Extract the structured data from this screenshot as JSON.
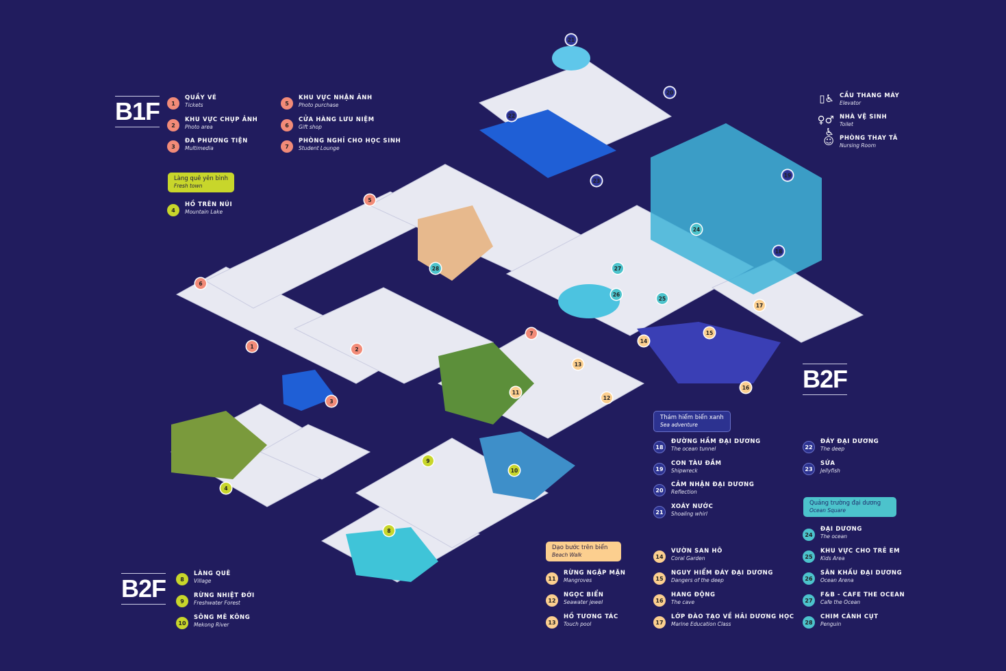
{
  "floors": {
    "b1f": "B1F",
    "b2f_left": "B2F",
    "b2f_right": "B2F"
  },
  "colors": {
    "background": "#211c5e",
    "floor": "#e8e9f2",
    "b1f_marker": "#f28b78",
    "fresh_town": "#c8d62b",
    "sea_adventure": "#2c3290",
    "beach_walk": "#fccf8f",
    "ocean_square": "#4cc3cc",
    "water": "#1f5fd6"
  },
  "b1f_items": [
    {
      "n": "1",
      "title": "QUẦY VÉ",
      "sub": "Tickets"
    },
    {
      "n": "2",
      "title": "KHU VỰC CHỤP ẢNH",
      "sub": "Photo area"
    },
    {
      "n": "3",
      "title": "ĐA PHƯƠNG TIỆN",
      "sub": "Multimedia"
    },
    {
      "n": "5",
      "title": "KHU VỰC NHẬN ẢNH",
      "sub": "Photo purchase"
    },
    {
      "n": "6",
      "title": "CỬA HÀNG LƯU NIỆM",
      "sub": "Gift shop"
    },
    {
      "n": "7",
      "title": "PHÒNG NGHỈ CHO HỌC SINH",
      "sub": "Student Lounge"
    }
  ],
  "fresh_town": {
    "title": "Làng quê yên bình",
    "sub": "Fresh town",
    "items": [
      {
        "n": "4",
        "title": "HỒ TRÊN NÚI",
        "sub": "Mountain Lake"
      },
      {
        "n": "8",
        "title": "LÀNG QUÊ",
        "sub": "Village"
      },
      {
        "n": "9",
        "title": "RỪNG NHIỆT ĐỚI",
        "sub": "Freshwater Forest"
      },
      {
        "n": "10",
        "title": "SÔNG MÊ KÔNG",
        "sub": "Mekong River"
      }
    ]
  },
  "facilities": [
    {
      "icon": "elevator-icon",
      "title": "CẦU THANG MÁY",
      "sub": "Elevator"
    },
    {
      "icon": "toilet-icon",
      "title": "NHÀ VỆ SINH",
      "sub": "Toilet"
    },
    {
      "icon": "nursing-room-icon",
      "title": "PHÒNG THAY TÃ",
      "sub": "Nursing Room"
    }
  ],
  "sea_adventure": {
    "title": "Thám hiểm biển xanh",
    "sub": "Sea adventure",
    "items": [
      {
        "n": "18",
        "title": "ĐƯỜNG HẦM ĐẠI DƯƠNG",
        "sub": "The ocean tunnel"
      },
      {
        "n": "19",
        "title": "CON TÀU ĐẮM",
        "sub": "Shipwreck"
      },
      {
        "n": "20",
        "title": "CẢM NHẬN ĐẠI DƯƠNG",
        "sub": "Reflection"
      },
      {
        "n": "21",
        "title": "XOÁY NƯỚC",
        "sub": "Shoaling whirl"
      },
      {
        "n": "22",
        "title": "ĐÁY ĐẠI DƯƠNG",
        "sub": "The deep"
      },
      {
        "n": "23",
        "title": "SỨA",
        "sub": "Jellyfish"
      }
    ]
  },
  "ocean_square": {
    "title": "Quảng trường đại dương",
    "sub": "Ocean Square",
    "items": [
      {
        "n": "24",
        "title": "ĐẠI DƯƠNG",
        "sub": "The ocean"
      },
      {
        "n": "25",
        "title": "KHU VỰC CHO TRẺ EM",
        "sub": "Kids Area"
      },
      {
        "n": "26",
        "title": "SÂN KHẤU ĐẠI DƯƠNG",
        "sub": "Ocean Arena"
      },
      {
        "n": "27",
        "title": "F&B - CAFE THE OCEAN",
        "sub": "Cafe the Ocean"
      },
      {
        "n": "28",
        "title": "CHIM CÁNH CỤT",
        "sub": "Penguin"
      }
    ]
  },
  "beach_walk": {
    "title": "Dạo bước trên biển",
    "sub": "Beach Walk",
    "items": [
      {
        "n": "11",
        "title": "RỪNG NGẬP MẶN",
        "sub": "Mangroves"
      },
      {
        "n": "12",
        "title": "NGỌC BIỂN",
        "sub": "Seawater jewel"
      },
      {
        "n": "13",
        "title": "HỒ TƯƠNG TÁC",
        "sub": "Touch pool"
      },
      {
        "n": "14",
        "title": "VƯỜN SAN HÔ",
        "sub": "Coral Garden"
      },
      {
        "n": "15",
        "title": "NGUY HIỂM ĐÁY ĐẠI DƯƠNG",
        "sub": "Dangers of the deep"
      },
      {
        "n": "16",
        "title": "HANG ĐỘNG",
        "sub": "The cave"
      },
      {
        "n": "17",
        "title": "LỚP ĐÀO TẠO VỀ HẢI DƯƠNG HỌC",
        "sub": "Marine Education Class"
      }
    ]
  },
  "map_markers": [
    "1",
    "2",
    "3",
    "4",
    "5",
    "6",
    "7",
    "8",
    "9",
    "10",
    "11",
    "12",
    "13",
    "14",
    "15",
    "16",
    "17",
    "18",
    "19",
    "20",
    "21",
    "22",
    "23",
    "24",
    "25",
    "26",
    "27",
    "28"
  ]
}
